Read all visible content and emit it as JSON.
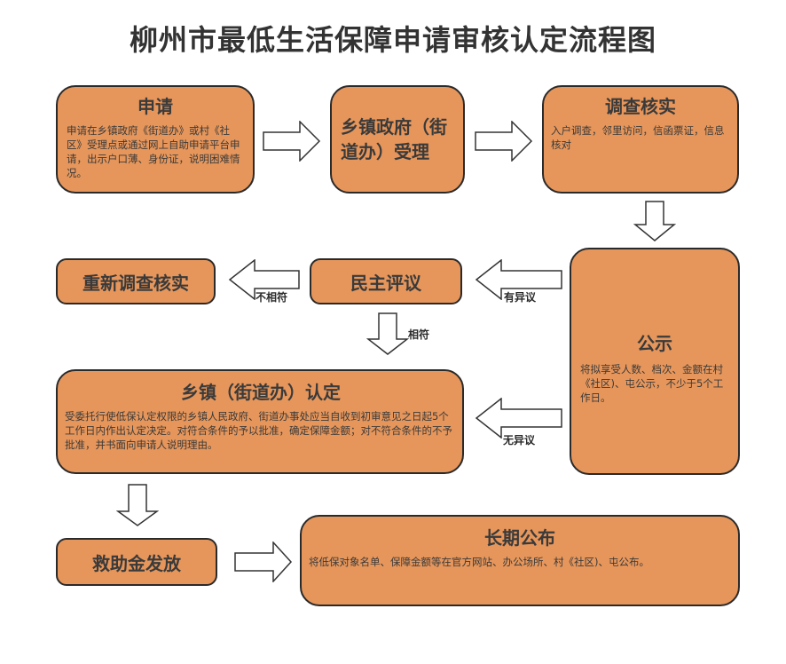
{
  "title": "柳州市最低生活保障申请审核认定流程图",
  "colors": {
    "box_fill": "#e6965b",
    "box_border": "#2a2a2a",
    "text": "#3a3a3a"
  },
  "nodes": {
    "apply": {
      "title": "申请",
      "desc": "申请在乡镇政府《街道办》或村《社区》受理点或通过网上自助申请平台申请，出示户口薄、身份证，说明困难情况。"
    },
    "accept": {
      "title": "乡镇政府（街道办）受理"
    },
    "investigate": {
      "title": "调查核实",
      "desc": "入户调查，邻里访问，信函票证，信息核对"
    },
    "publicize": {
      "title": "公示",
      "desc": "将拟享受人数、档次、金额在村《社区)、屯公示，不少于5个工作日。"
    },
    "review": {
      "title": "民主评议"
    },
    "reinvestigate": {
      "title": "重新调查核实"
    },
    "certify": {
      "title": "乡镇（街道办）认定",
      "desc": "受委托行使低保认定权限的乡镇人民政府、街道办事处应当自收到初审意见之日起5个工作日内作出认定决定。对符合条件的予以批准，确定保障金额；对不符合条件的不予批准，并书面向申请人说明理由。"
    },
    "payout": {
      "title": "救助金发放"
    },
    "announce": {
      "title": "长期公布",
      "desc": "将低保对象名单、保障金额等在官方网站、办公场所、村《社区)、屯公布。"
    }
  },
  "edge_labels": {
    "objection": "有异议",
    "no_objection": "无异议",
    "mismatch": "不相符",
    "match": "相符"
  }
}
